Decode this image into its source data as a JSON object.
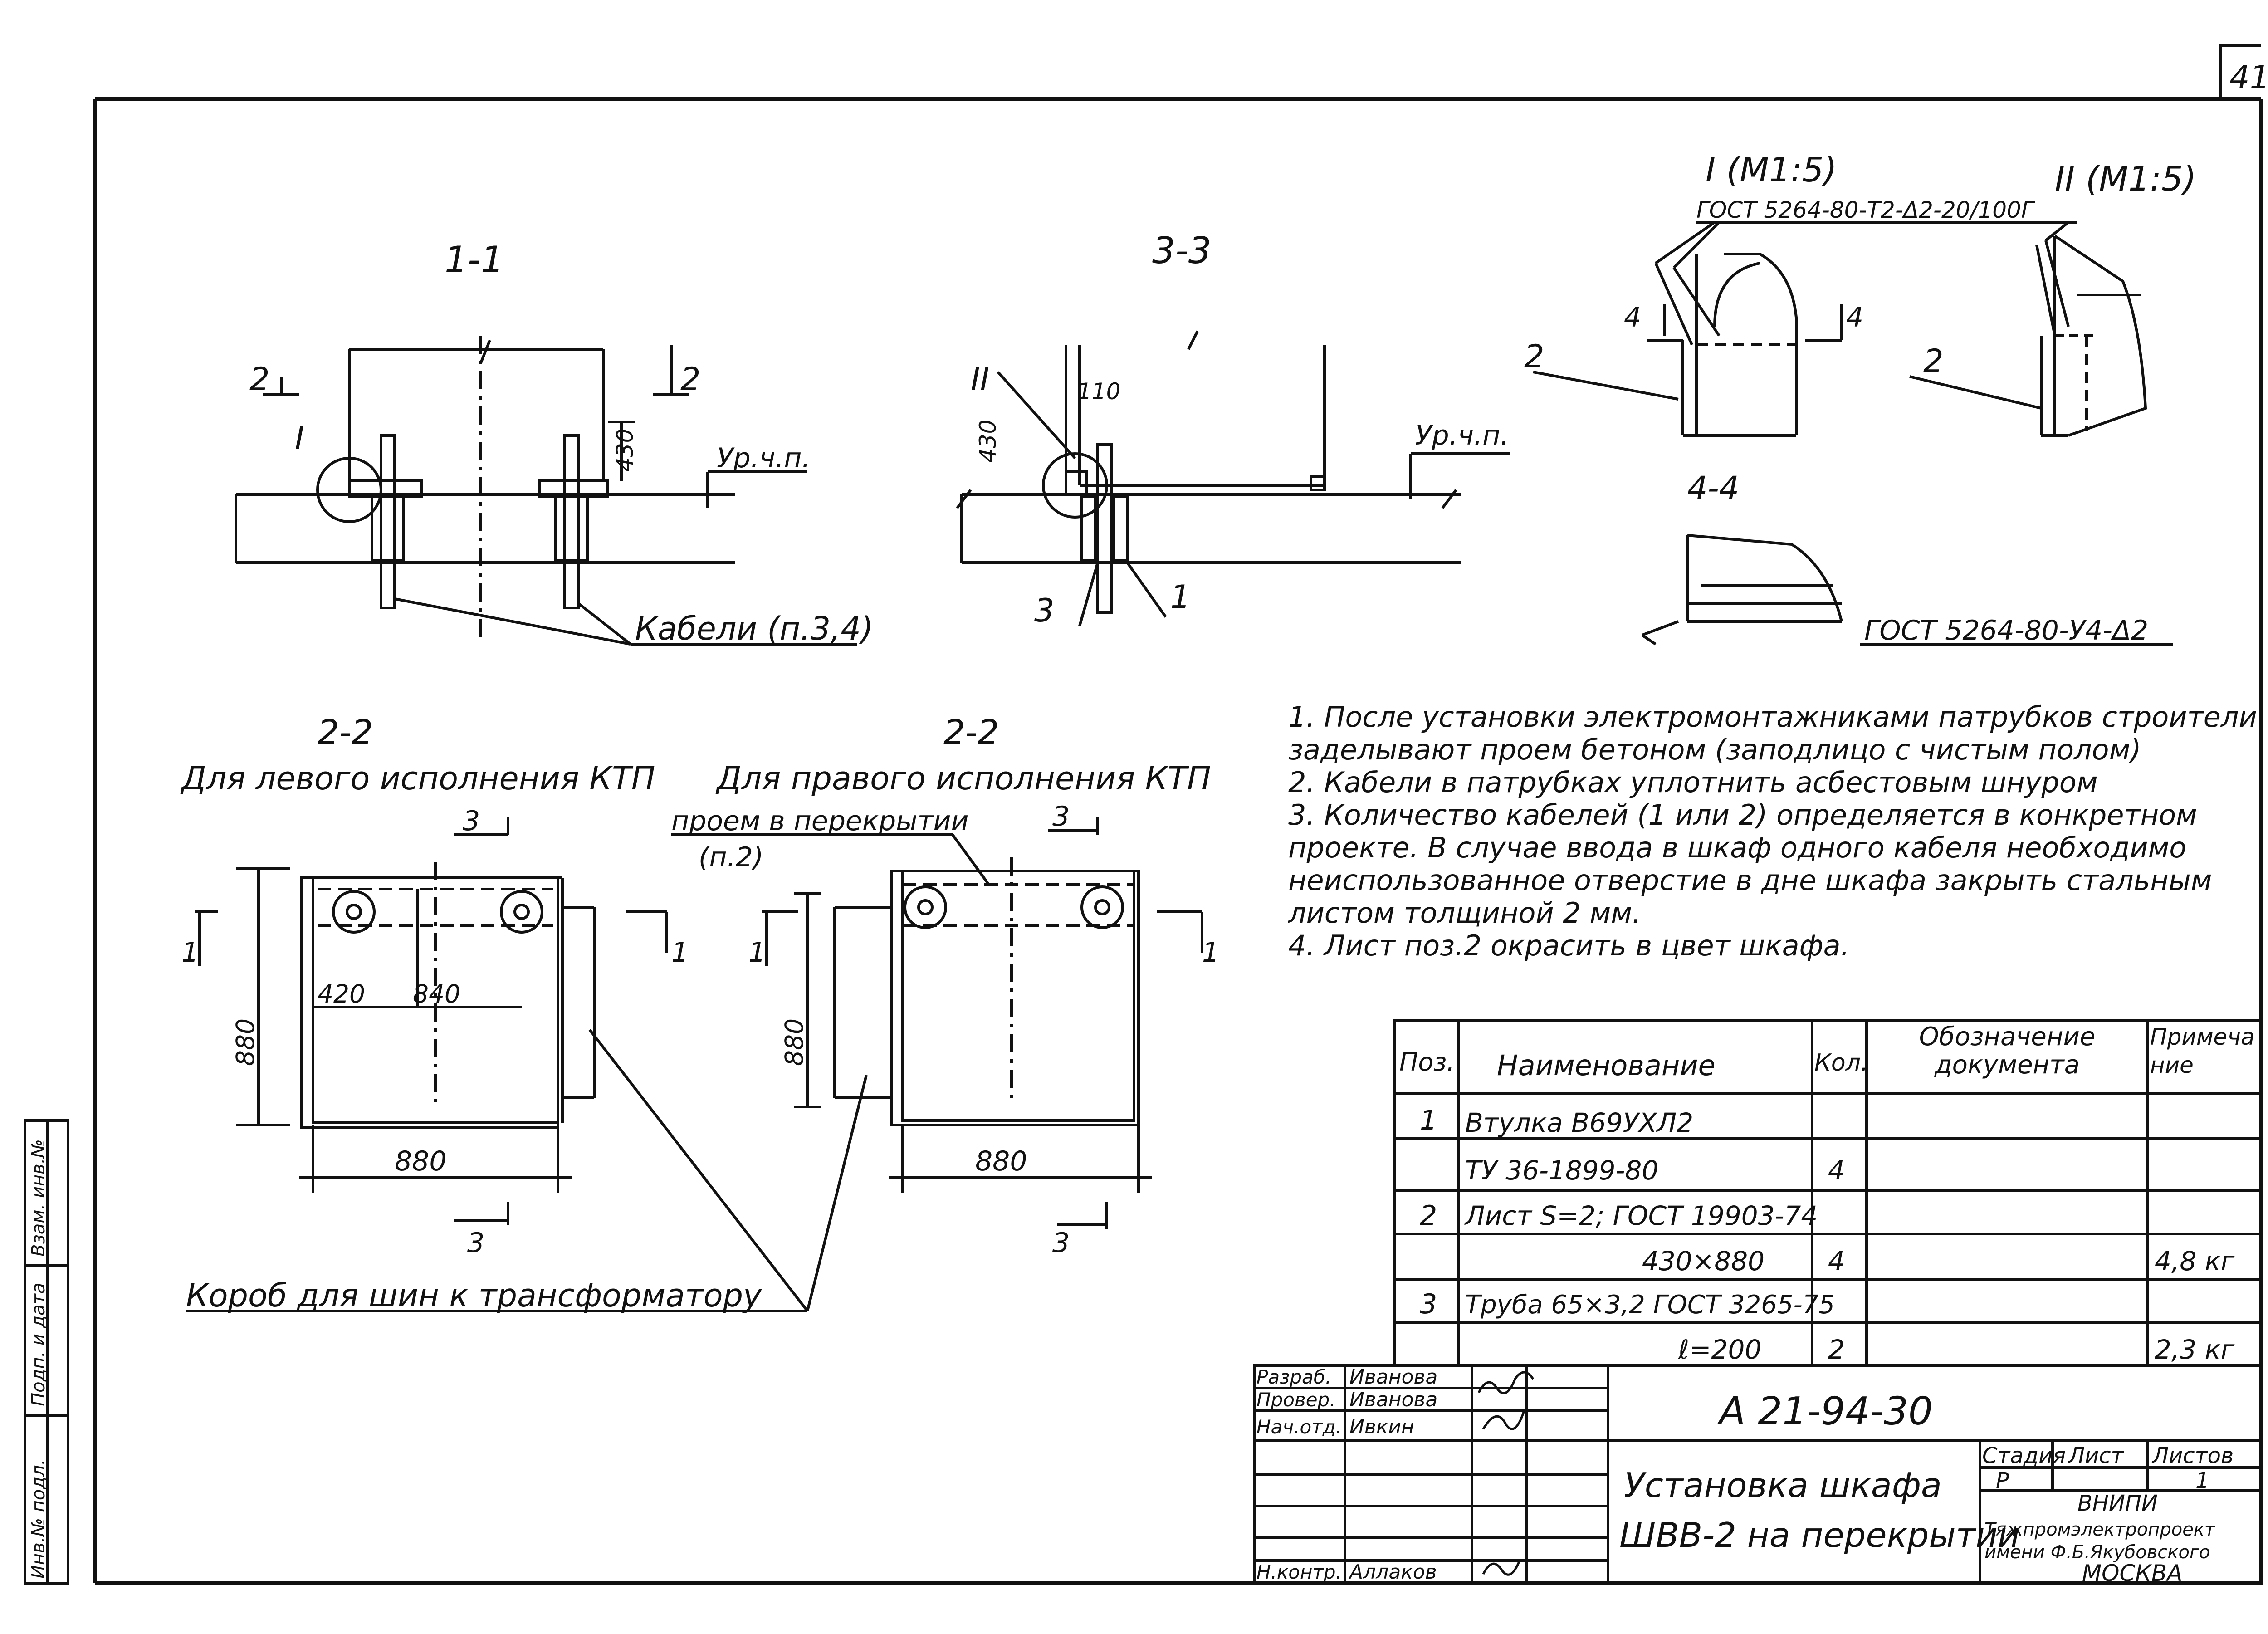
{
  "sheet": {
    "corner_number": "41",
    "margin_labels": [
      "Инв.№ подл.",
      "Подп. и дата",
      "Взам. инв.№"
    ]
  },
  "views": {
    "v11_title": "1-1",
    "v33_title": "3-3",
    "v22_left_title": "2-2",
    "v22_left_subtitle": "Для левого исполнения КТП",
    "v22_right_title": "2-2",
    "v22_right_subtitle": "Для правого исполнения КТП",
    "v44_title": "4-4",
    "detail_I_title": "I (М1:5)",
    "detail_II_title": "II (М1:5)"
  },
  "callouts": {
    "cables": "Кабели (п.3,4)",
    "floor_level": "Ур.ч.п.",
    "floor_level2": "Ур.ч.п.",
    "opening": "проем в перекрытии",
    "opening_ref": "(п.2)",
    "busbar_box": "Короб для шин к трансформатору",
    "weld_top": "ГОСТ 5264-80-Т2-Δ2-20/100Г",
    "weld_bottom": "ГОСТ 5264-80-У4-Δ2"
  },
  "dims": {
    "d430": "430",
    "d110": "110",
    "d430b": "430",
    "d420": "420",
    "d840": "840",
    "d880h": "880",
    "d880v": "880",
    "d880h2": "880",
    "d880v2": "880"
  },
  "marks": {
    "pos1": "1",
    "pos2": "2",
    "pos3": "3",
    "pos1b": "1",
    "pos2b": "2",
    "pos2c": "2",
    "sec1": "1",
    "sec2": "2",
    "sec3": "3",
    "sec4": "4",
    "roman1": "I",
    "roman2": "II"
  },
  "notes": [
    "1. После установки электромонтажниками патрубков строители заделывают проем бетоном (заподлицо с чистым полом)",
    "2. Кабели в патрубках уплотнить асбестовым шнуром",
    "3. Количество кабелей (1 или 2) определяется в конкретном проекте. В случае ввода в шкаф одного кабеля необходимо неиспользованное отверстие в дне шкафа закрыть стальным листом толщиной 2 мм.",
    "4. Лист поз.2 окрасить в цвет шкафа."
  ],
  "spec_table": {
    "headers": [
      "Поз.",
      "Наименование",
      "Кол.",
      "Обозначение документа",
      "Примечание"
    ],
    "rows": [
      [
        "1",
        "Втулка В69УХЛ2",
        "",
        "",
        ""
      ],
      [
        "",
        "ТУ 36-1899-80",
        "4",
        "",
        ""
      ],
      [
        "2",
        "Лист S=2; ГОСТ 19903-74",
        "",
        "",
        ""
      ],
      [
        "",
        "430×880",
        "4",
        "",
        "4,8 кг"
      ],
      [
        "3",
        "Труба 65×3,2 ГОСТ 3265-75",
        "",
        "",
        ""
      ],
      [
        "",
        "ℓ=200",
        "2",
        "",
        "2,3 кг"
      ]
    ]
  },
  "title_block": {
    "code": "А 21-94-30",
    "title_line1": "Установка шкафа",
    "title_line2": "ШВВ-2 на перекрытии",
    "roles": [
      "Разраб.",
      "Провер.",
      "Нач.отд.",
      "Н.контр."
    ],
    "names": [
      "Иванова",
      "Иванова",
      "Ивкин",
      "Аллаков"
    ],
    "stage_header": "Стадия",
    "sheet_header": "Лист",
    "sheets_header": "Листов",
    "stage": "Р",
    "sheets": "1",
    "org1": "ВНИПИ",
    "org2": "Тяжпромэлектропроект",
    "org3": "имени Ф.Б.Якубовского",
    "org4": "МОСКВА"
  }
}
